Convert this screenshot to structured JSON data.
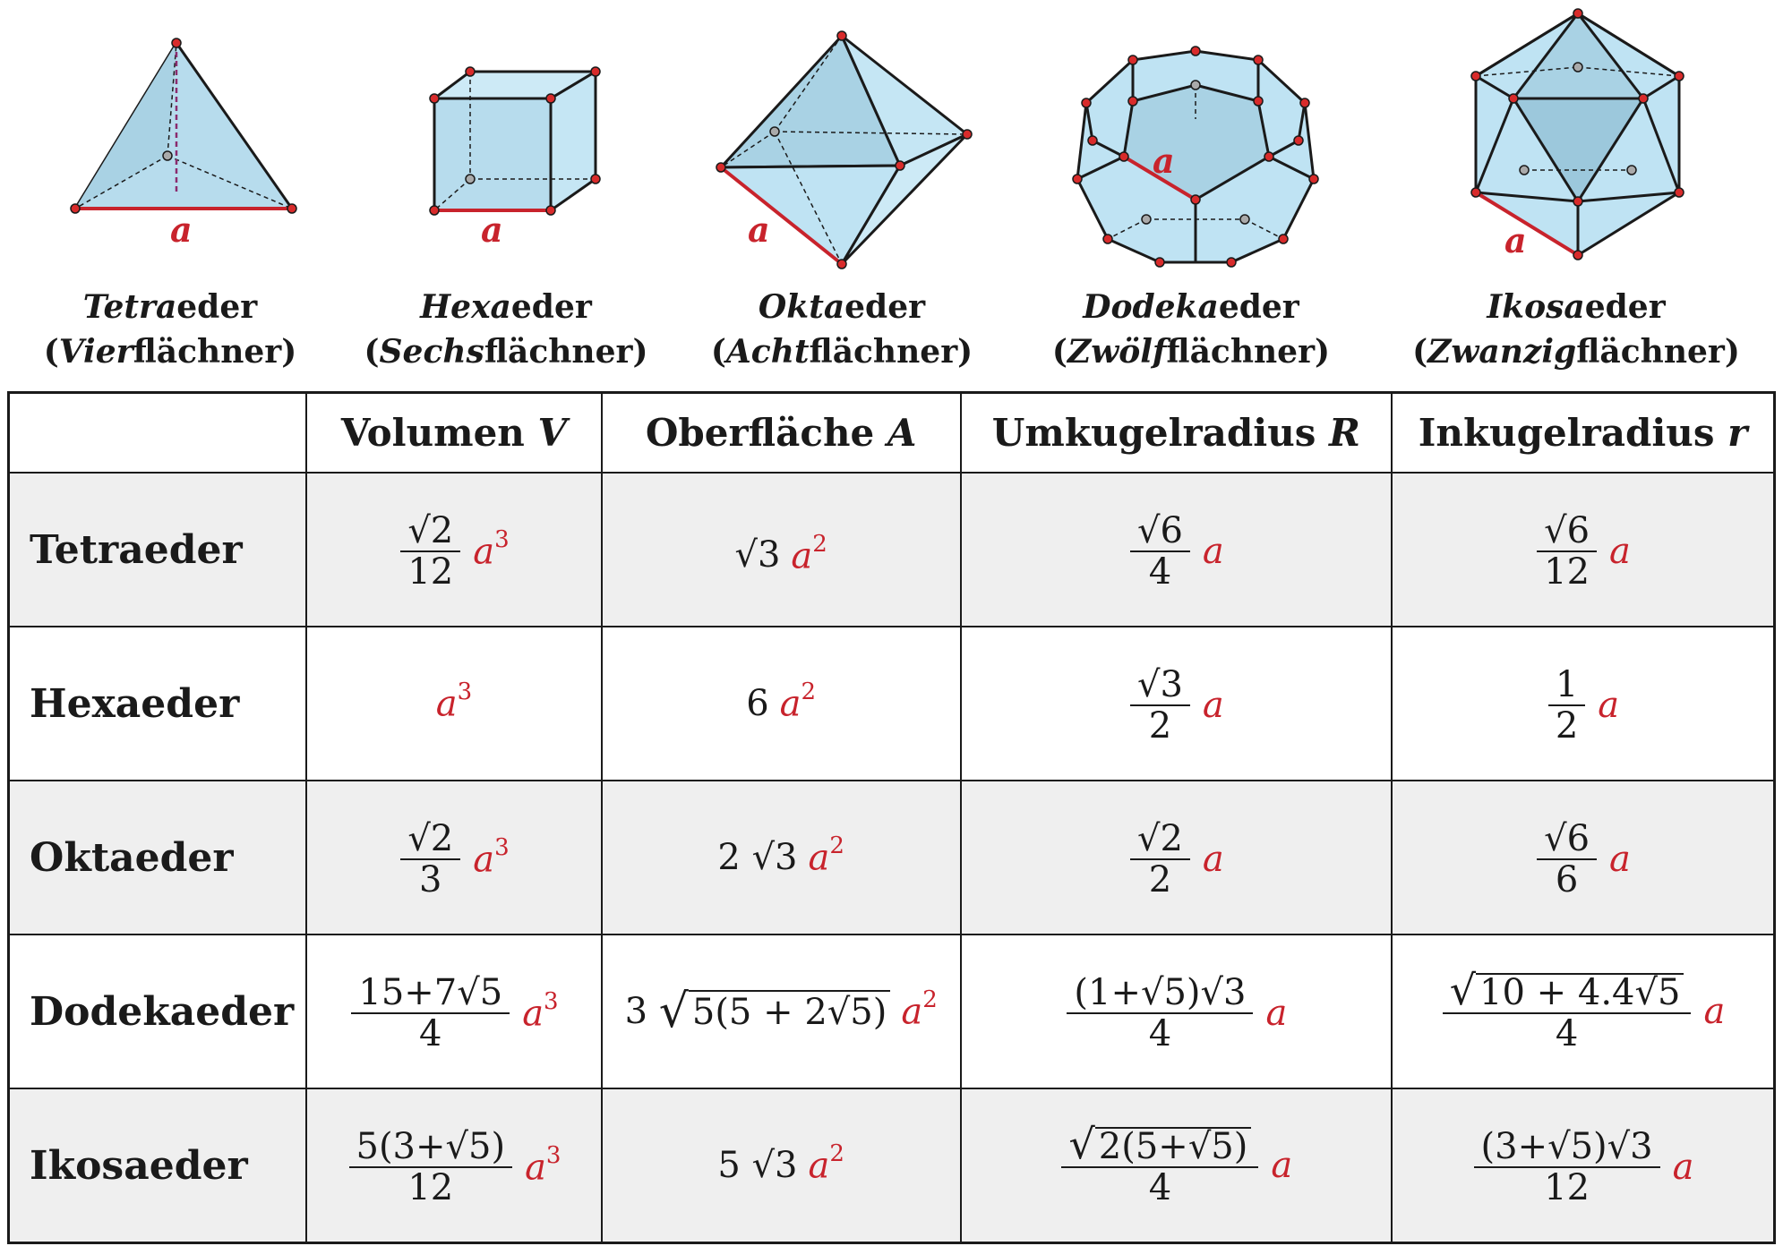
{
  "colors": {
    "edge_highlight": "#c8232c",
    "face": "#bfe3f3",
    "face_dark": "#9cc8dc",
    "vertex": "#d82b2b",
    "row_shade": "#efefef"
  },
  "solids": [
    {
      "label": "a",
      "name_em": "Tetra",
      "name_rest": "eder",
      "alt_open": "(",
      "alt_em": "Vier",
      "alt_rest": "flächner)"
    },
    {
      "label": "a",
      "name_em": "Hexa",
      "name_rest": "eder",
      "alt_open": "(",
      "alt_em": "Sechs",
      "alt_rest": "flächner)"
    },
    {
      "label": "a",
      "name_em": "Okta",
      "name_rest": "eder",
      "alt_open": "(",
      "alt_em": "Acht",
      "alt_rest": "flächner)"
    },
    {
      "label": "a",
      "name_em": "Dodeka",
      "name_rest": "eder",
      "alt_open": "(",
      "alt_em": "Zwölf",
      "alt_rest": "flächner)"
    },
    {
      "label": "a",
      "name_em": "Ikosa",
      "name_rest": "eder",
      "alt_open": "(",
      "alt_em": "Zwanzig",
      "alt_rest": "flächner)"
    }
  ],
  "table": {
    "headers": [
      {
        "text": "Volumen",
        "sym": "V"
      },
      {
        "text": "Oberfläche",
        "sym": "A"
      },
      {
        "text": "Umkugelradius",
        "sym": "R"
      },
      {
        "text": "Inkugelradius",
        "sym": "r"
      }
    ],
    "rows": [
      {
        "name": "Tetraeder",
        "volume": {
          "num": "√2",
          "den": "12",
          "var": "a",
          "exp": "3"
        },
        "surface": {
          "coef": "",
          "sqrt": "√3",
          "var": "a",
          "exp": "2"
        },
        "R": {
          "num": "√6",
          "den": "4",
          "var": "a"
        },
        "r": {
          "num": "√6",
          "den": "12",
          "var": "a"
        }
      },
      {
        "name": "Hexaeder",
        "volume": {
          "var": "a",
          "exp": "3"
        },
        "surface": {
          "coef": "6",
          "var": "a",
          "exp": "2"
        },
        "R": {
          "num": "√3",
          "den": "2",
          "var": "a"
        },
        "r": {
          "num": "1",
          "den": "2",
          "var": "a"
        }
      },
      {
        "name": "Oktaeder",
        "volume": {
          "num": "√2",
          "den": "3",
          "var": "a",
          "exp": "3"
        },
        "surface": {
          "coef": "2",
          "sqrt": "√3",
          "var": "a",
          "exp": "2"
        },
        "R": {
          "num": "√2",
          "den": "2",
          "var": "a"
        },
        "r": {
          "num": "√6",
          "den": "6",
          "var": "a"
        }
      },
      {
        "name": "Dodekaeder",
        "volume": {
          "num": "15+7√5",
          "den": "4",
          "var": "a",
          "exp": "3"
        },
        "surface": {
          "coef": "3",
          "sqrt": "√",
          "radicand": "5(5 + 2√5)",
          "var": "a",
          "exp": "2"
        },
        "R": {
          "num": "(1+√5)√3",
          "den": "4",
          "var": "a"
        },
        "r": {
          "num": "√",
          "radicand": "10 + 4.4√5",
          "den": "4",
          "var": "a"
        }
      },
      {
        "name": "Ikosaeder",
        "volume": {
          "num": "5(3+√5)",
          "den": "12",
          "var": "a",
          "exp": "3"
        },
        "surface": {
          "coef": "5",
          "sqrt": "√3",
          "var": "a",
          "exp": "2"
        },
        "R": {
          "num": "√",
          "radicand": "2(5+√5)",
          "den": "4",
          "var": "a"
        },
        "r": {
          "num": "(3+√5)√3",
          "den": "12",
          "var": "a"
        }
      }
    ]
  }
}
